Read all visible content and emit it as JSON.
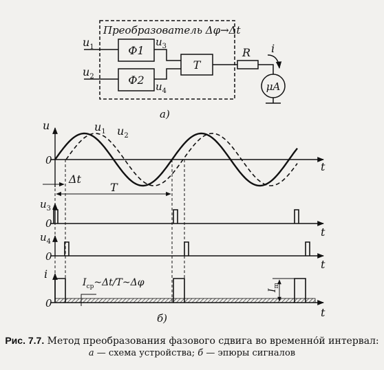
{
  "schematic": {
    "frame_title": "Преобразователь Δφ→Δt",
    "in1": "u",
    "in1_sub": "1",
    "in2": "u",
    "in2_sub": "2",
    "f1": "Ф1",
    "f2": "Ф2",
    "out3": "u",
    "out3_sub": "3",
    "out4": "u",
    "out4_sub": "4",
    "trigger": "T",
    "resistor": "R",
    "current": "i",
    "meter": "μA",
    "part_label": "а)"
  },
  "waveforms": {
    "axis_u": "u",
    "wave1": "u",
    "wave1_sub": "1",
    "wave2": "u",
    "wave2_sub": "2",
    "zero": "0",
    "t": "t",
    "dt": "Δt",
    "period": "T",
    "u3": "u",
    "u3_sub": "3",
    "u4": "u",
    "u4_sub": "4",
    "i": "i",
    "icp_main": "I",
    "icp_sub": "ср",
    "icp_rest": "~Δt/T~Δφ",
    "im_main": "I",
    "im_sub": "m",
    "part_label": "б)"
  },
  "caption": {
    "number": "Рис. 7.7.",
    "title": "Метод преобразования фазового сдвига во временно́й интервал:",
    "a_letter": "а",
    "a_text": "— схема устройства;",
    "b_letter": "б",
    "b_text": "— эпюры сигналов"
  },
  "colors": {
    "ink": "#111111",
    "paper": "#f2f1ee"
  }
}
